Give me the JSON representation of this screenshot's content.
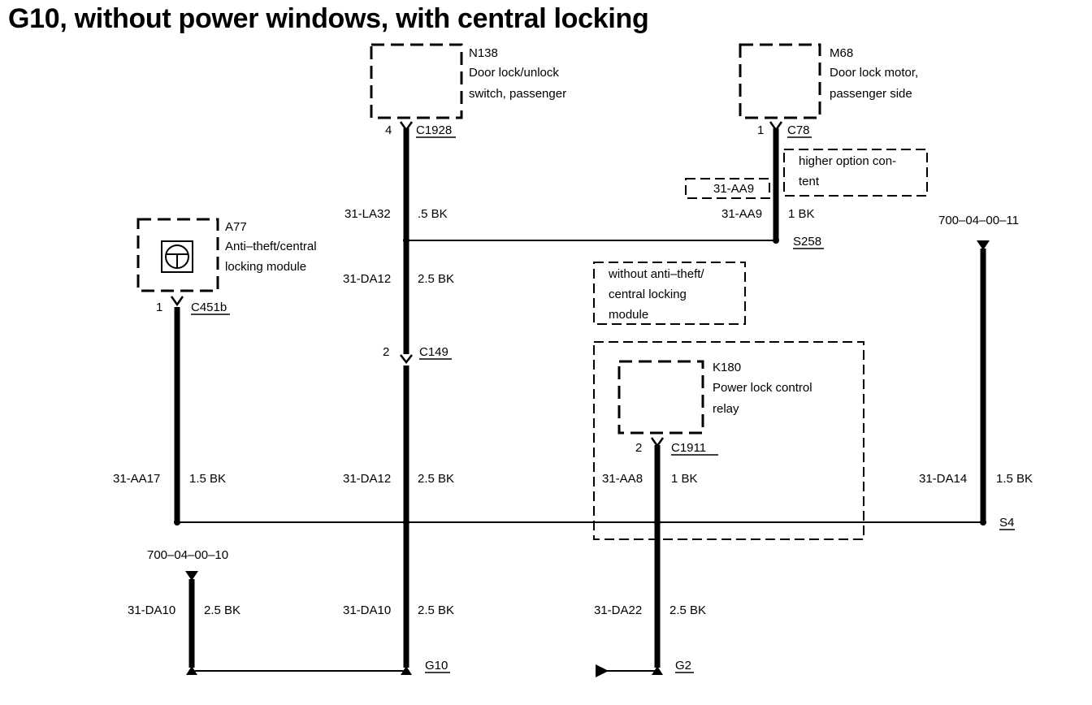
{
  "title": "G10, without power windows, with central locking",
  "components": {
    "n138": {
      "id": "N138",
      "line1": "Door lock/unlock",
      "line2": "switch, passenger",
      "pin": "4",
      "connector": "C1928"
    },
    "m68": {
      "id": "M68",
      "line1": "Door lock motor,",
      "line2": "passenger side",
      "pin": "1",
      "connector": "C78"
    },
    "a77": {
      "id": "A77",
      "line1": "Anti–theft/central",
      "line2": "locking module",
      "pin": "1",
      "connector": "C451b"
    },
    "k180": {
      "id": "K180",
      "line1": "Power lock control",
      "line2": "relay",
      "pin": "2",
      "connector": "C1911"
    }
  },
  "notes": {
    "higher_option": {
      "line1": "higher option con-",
      "line2": "tent"
    },
    "aa9_box": "31-AA9",
    "without_module": {
      "line1": "without anti–theft/",
      "line2": "central locking",
      "line3": "module"
    }
  },
  "connectors": {
    "c149": {
      "pin": "2",
      "name": "C149"
    }
  },
  "splices": {
    "s258": "S258",
    "s4": "S4"
  },
  "grounds": {
    "g10": "G10",
    "g2": "G2"
  },
  "references": {
    "ref_top_right": "700–04–00–11",
    "ref_bottom_left": "700–04–00–10"
  },
  "wires": {
    "la32": {
      "circuit": "31-LA32",
      "spec": ".5 BK"
    },
    "aa9": {
      "circuit": "31-AA9",
      "spec": "1 BK"
    },
    "da12_upper": {
      "circuit": "31-DA12",
      "spec": "2.5 BK"
    },
    "da12_lower": {
      "circuit": "31-DA12",
      "spec": "2.5 BK"
    },
    "aa17": {
      "circuit": "31-AA17",
      "spec": "1.5 BK"
    },
    "aa8": {
      "circuit": "31-AA8",
      "spec": "1 BK"
    },
    "da14": {
      "circuit": "31-DA14",
      "spec": "1.5 BK"
    },
    "da10_left": {
      "circuit": "31-DA10",
      "spec": "2.5 BK"
    },
    "da10_mid": {
      "circuit": "31-DA10",
      "spec": "2.5 BK"
    },
    "da22": {
      "circuit": "31-DA22",
      "spec": "2.5 BK"
    }
  }
}
